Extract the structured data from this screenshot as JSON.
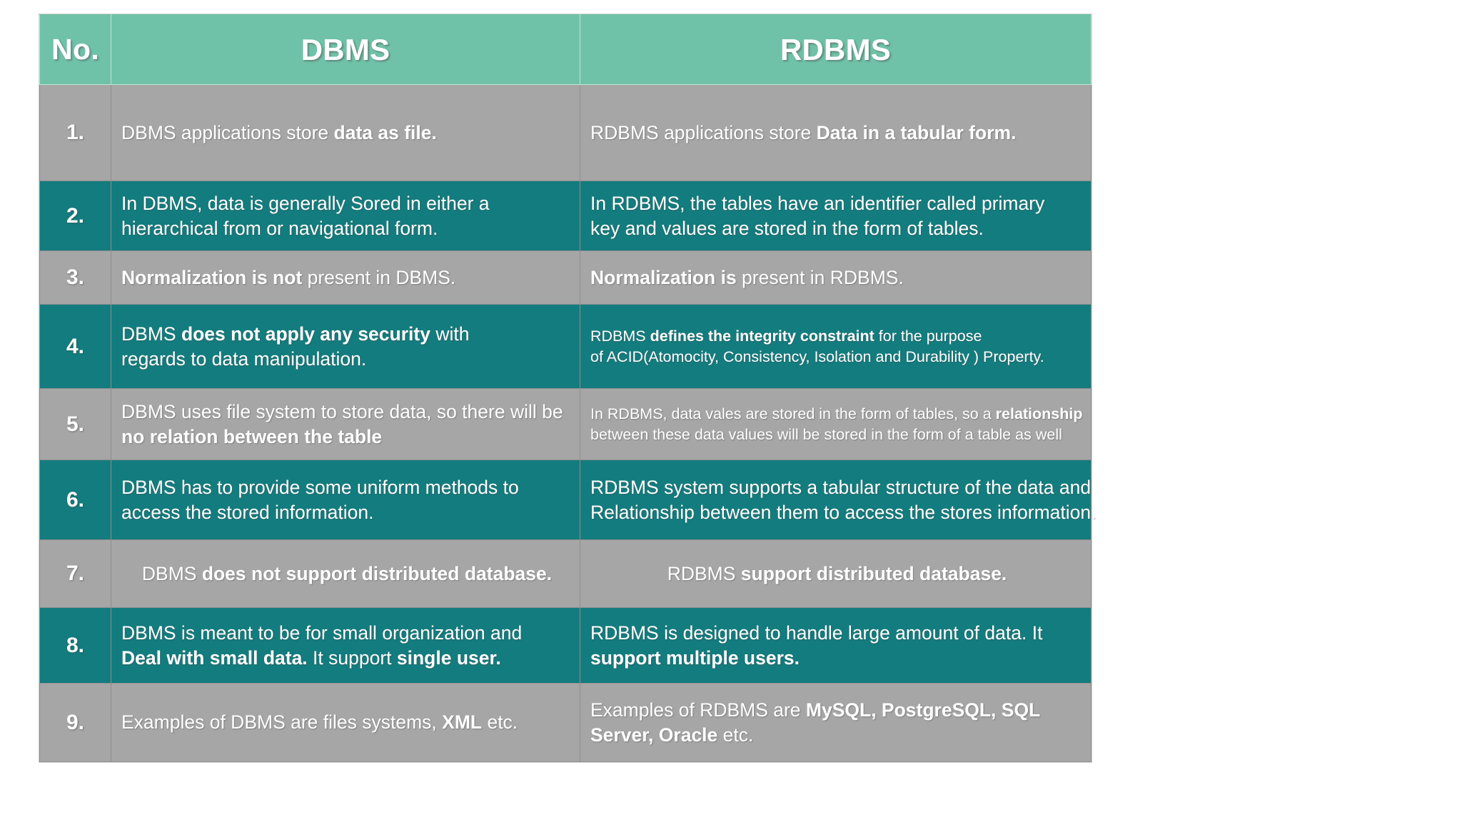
{
  "table": {
    "headers": {
      "no": "No.",
      "dbms": "DBMS",
      "rdbms": "RDBMS"
    },
    "colors": {
      "header_bg": "#6FC2A7",
      "row_gray": "#A6A6A6",
      "row_teal": "#137C7E",
      "text": "#FFFFFF",
      "page_bg": "#FFFFFF"
    },
    "rows": [
      {
        "no": "1.",
        "style": "gray",
        "dbms": {
          "lines": [
            [
              {
                "t": "DBMS applications store ",
                "b": false
              },
              {
                "t": "data as file.",
                "b": true
              }
            ]
          ]
        },
        "rdbms": {
          "lines": [
            [
              {
                "t": "RDBMS applications store ",
                "b": false
              },
              {
                "t": "Data in a tabular form.",
                "b": true
              }
            ]
          ]
        }
      },
      {
        "no": "2.",
        "style": "teal",
        "dbms": {
          "lines": [
            [
              {
                "t": "In DBMS, data is generally Sored in either a",
                "b": false
              }
            ],
            [
              {
                "t": "hierarchical from or navigational form.",
                "b": false
              }
            ]
          ]
        },
        "rdbms": {
          "lines": [
            [
              {
                "t": "In RDBMS, the tables have an identifier called primary",
                "b": false
              }
            ],
            [
              {
                "t": "key and values are stored in the form of tables.",
                "b": false
              }
            ]
          ]
        }
      },
      {
        "no": "3.",
        "style": "gray",
        "dbms": {
          "lines": [
            [
              {
                "t": "Normalization is not ",
                "b": true
              },
              {
                "t": "present in DBMS.",
                "b": false
              }
            ]
          ]
        },
        "rdbms": {
          "lines": [
            [
              {
                "t": "Normalization is ",
                "b": true
              },
              {
                "t": "present in RDBMS.",
                "b": false
              }
            ]
          ]
        }
      },
      {
        "no": "4.",
        "style": "teal",
        "dbms": {
          "lines": [
            [
              {
                "t": "DBMS ",
                "b": false
              },
              {
                "t": "does not apply any security ",
                "b": true
              },
              {
                "t": "with",
                "b": false
              }
            ],
            [
              {
                "t": "regards to data manipulation.",
                "b": false
              }
            ]
          ]
        },
        "rdbms": {
          "small": true,
          "lines": [
            [
              {
                "t": "RDBMS ",
                "b": false
              },
              {
                "t": "defines the integrity constraint ",
                "b": true
              },
              {
                "t": "for the purpose",
                "b": false
              }
            ],
            [
              {
                "t": "of ACID(Atomocity, Consistency, Isolation and Durability ) Property.",
                "b": false
              }
            ]
          ]
        }
      },
      {
        "no": "5.",
        "style": "gray",
        "dbms": {
          "lines": [
            [
              {
                "t": "DBMS uses file system to store data, so there will be",
                "b": false
              }
            ],
            [
              {
                "t": "no relation between the table",
                "b": true
              }
            ]
          ]
        },
        "rdbms": {
          "small": true,
          "lines": [
            [
              {
                "t": "In RDBMS, data vales are stored in the form of tables, so a ",
                "b": false
              },
              {
                "t": "relationship",
                "b": true
              }
            ],
            [
              {
                "t": "between these data values will be stored in the form of a table as well",
                "b": false
              }
            ]
          ]
        }
      },
      {
        "no": "6.",
        "style": "teal",
        "dbms": {
          "lines": [
            [
              {
                "t": "DBMS has to  provide some uniform methods to",
                "b": false
              }
            ],
            [
              {
                "t": "access the stored information.",
                "b": false
              }
            ]
          ]
        },
        "rdbms": {
          "lines": [
            [
              {
                "t": "RDBMS system supports a tabular structure of the data and",
                "b": false
              }
            ],
            [
              {
                "t": "Relationship between them to access the stores information.",
                "b": false
              }
            ]
          ]
        }
      },
      {
        "no": "7.",
        "style": "gray",
        "dbms": {
          "center": true,
          "lines": [
            [
              {
                "t": "DBMS ",
                "b": false
              },
              {
                "t": "does not support distributed database.",
                "b": true
              }
            ]
          ]
        },
        "rdbms": {
          "center": true,
          "lines": [
            [
              {
                "t": "RDBMS ",
                "b": false
              },
              {
                "t": "support distributed database.",
                "b": true
              }
            ]
          ]
        }
      },
      {
        "no": "8.",
        "style": "teal",
        "dbms": {
          "lines": [
            [
              {
                "t": "DBMS is meant to be for small organization and",
                "b": false
              }
            ],
            [
              {
                "t": "Deal with small data. ",
                "b": true
              },
              {
                "t": "It support ",
                "b": false
              },
              {
                "t": "single user.",
                "b": true
              }
            ]
          ]
        },
        "rdbms": {
          "lines": [
            [
              {
                "t": "RDBMS is designed to handle large amount of data. It",
                "b": false
              }
            ],
            [
              {
                "t": "support multiple users.",
                "b": true
              }
            ]
          ]
        }
      },
      {
        "no": "9.",
        "style": "gray",
        "dbms": {
          "lines": [
            [
              {
                "t": "Examples of DBMS are files systems, ",
                "b": false
              },
              {
                "t": "XML",
                "b": true
              },
              {
                "t": " etc.",
                "b": false
              }
            ]
          ]
        },
        "rdbms": {
          "lines": [
            [
              {
                "t": "Examples of RDBMS are ",
                "b": false
              },
              {
                "t": "MySQL, PostgreSQL, SQL",
                "b": true
              }
            ],
            [
              {
                "t": "Server, Oracle",
                "b": true
              },
              {
                "t": " etc.",
                "b": false
              }
            ]
          ]
        }
      }
    ]
  }
}
